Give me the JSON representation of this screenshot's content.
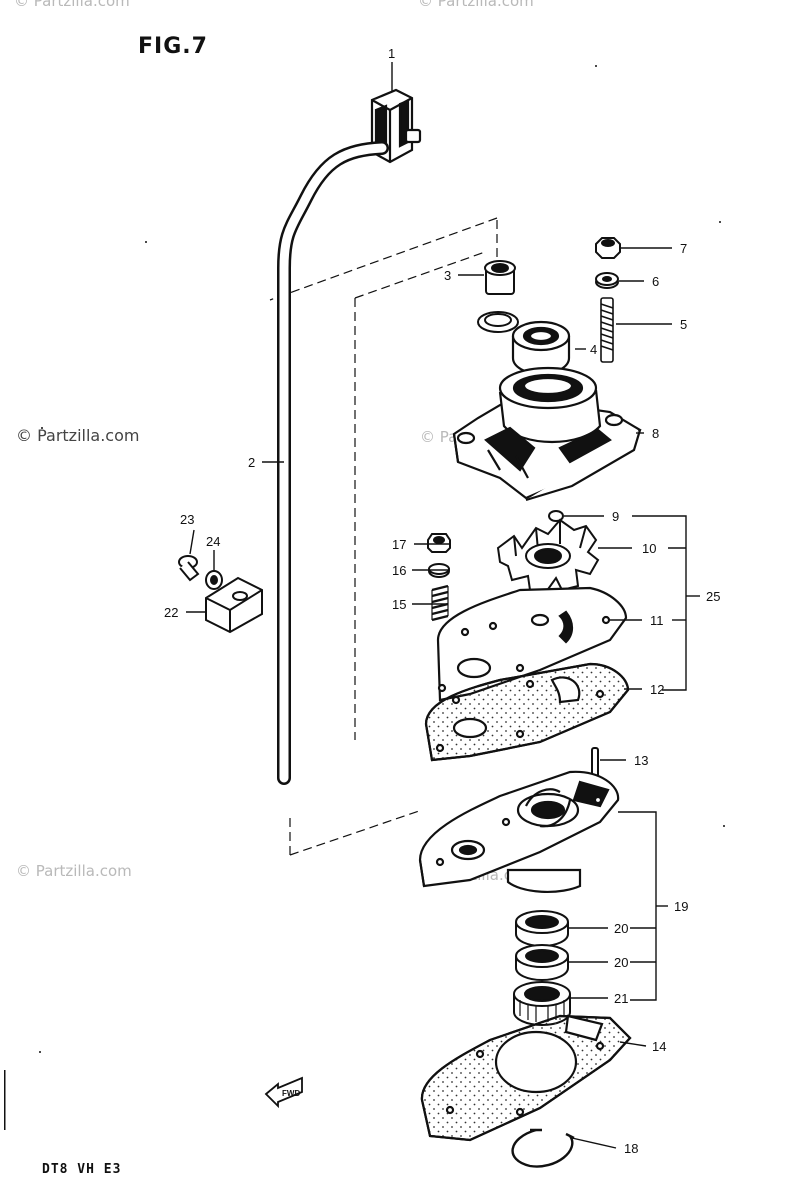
{
  "figure": {
    "title": "FIG.7",
    "model_code": "DT8 VH E3",
    "fwd_badge": "FWD"
  },
  "watermarks": [
    "© Partzilla.com",
    "© Partzilla.com",
    "© Partzilla.com",
    "© Partzilla.com",
    "© Partzilla.com",
    "© Partzilla.com"
  ],
  "callouts": [
    {
      "id": "1",
      "label": "1"
    },
    {
      "id": "2",
      "label": "2"
    },
    {
      "id": "3",
      "label": "3"
    },
    {
      "id": "4",
      "label": "4"
    },
    {
      "id": "5",
      "label": "5"
    },
    {
      "id": "6",
      "label": "6"
    },
    {
      "id": "7",
      "label": "7"
    },
    {
      "id": "8",
      "label": "8"
    },
    {
      "id": "9",
      "label": "9"
    },
    {
      "id": "10",
      "label": "10"
    },
    {
      "id": "11",
      "label": "11"
    },
    {
      "id": "12",
      "label": "12"
    },
    {
      "id": "13",
      "label": "13"
    },
    {
      "id": "14",
      "label": "14"
    },
    {
      "id": "15",
      "label": "15"
    },
    {
      "id": "16",
      "label": "16"
    },
    {
      "id": "17",
      "label": "17"
    },
    {
      "id": "18",
      "label": "18"
    },
    {
      "id": "19",
      "label": "19"
    },
    {
      "id": "20a",
      "label": "20"
    },
    {
      "id": "20b",
      "label": "20"
    },
    {
      "id": "21",
      "label": "21"
    },
    {
      "id": "22",
      "label": "22"
    },
    {
      "id": "23",
      "label": "23"
    },
    {
      "id": "24",
      "label": "24"
    },
    {
      "id": "25",
      "label": "25"
    }
  ]
}
